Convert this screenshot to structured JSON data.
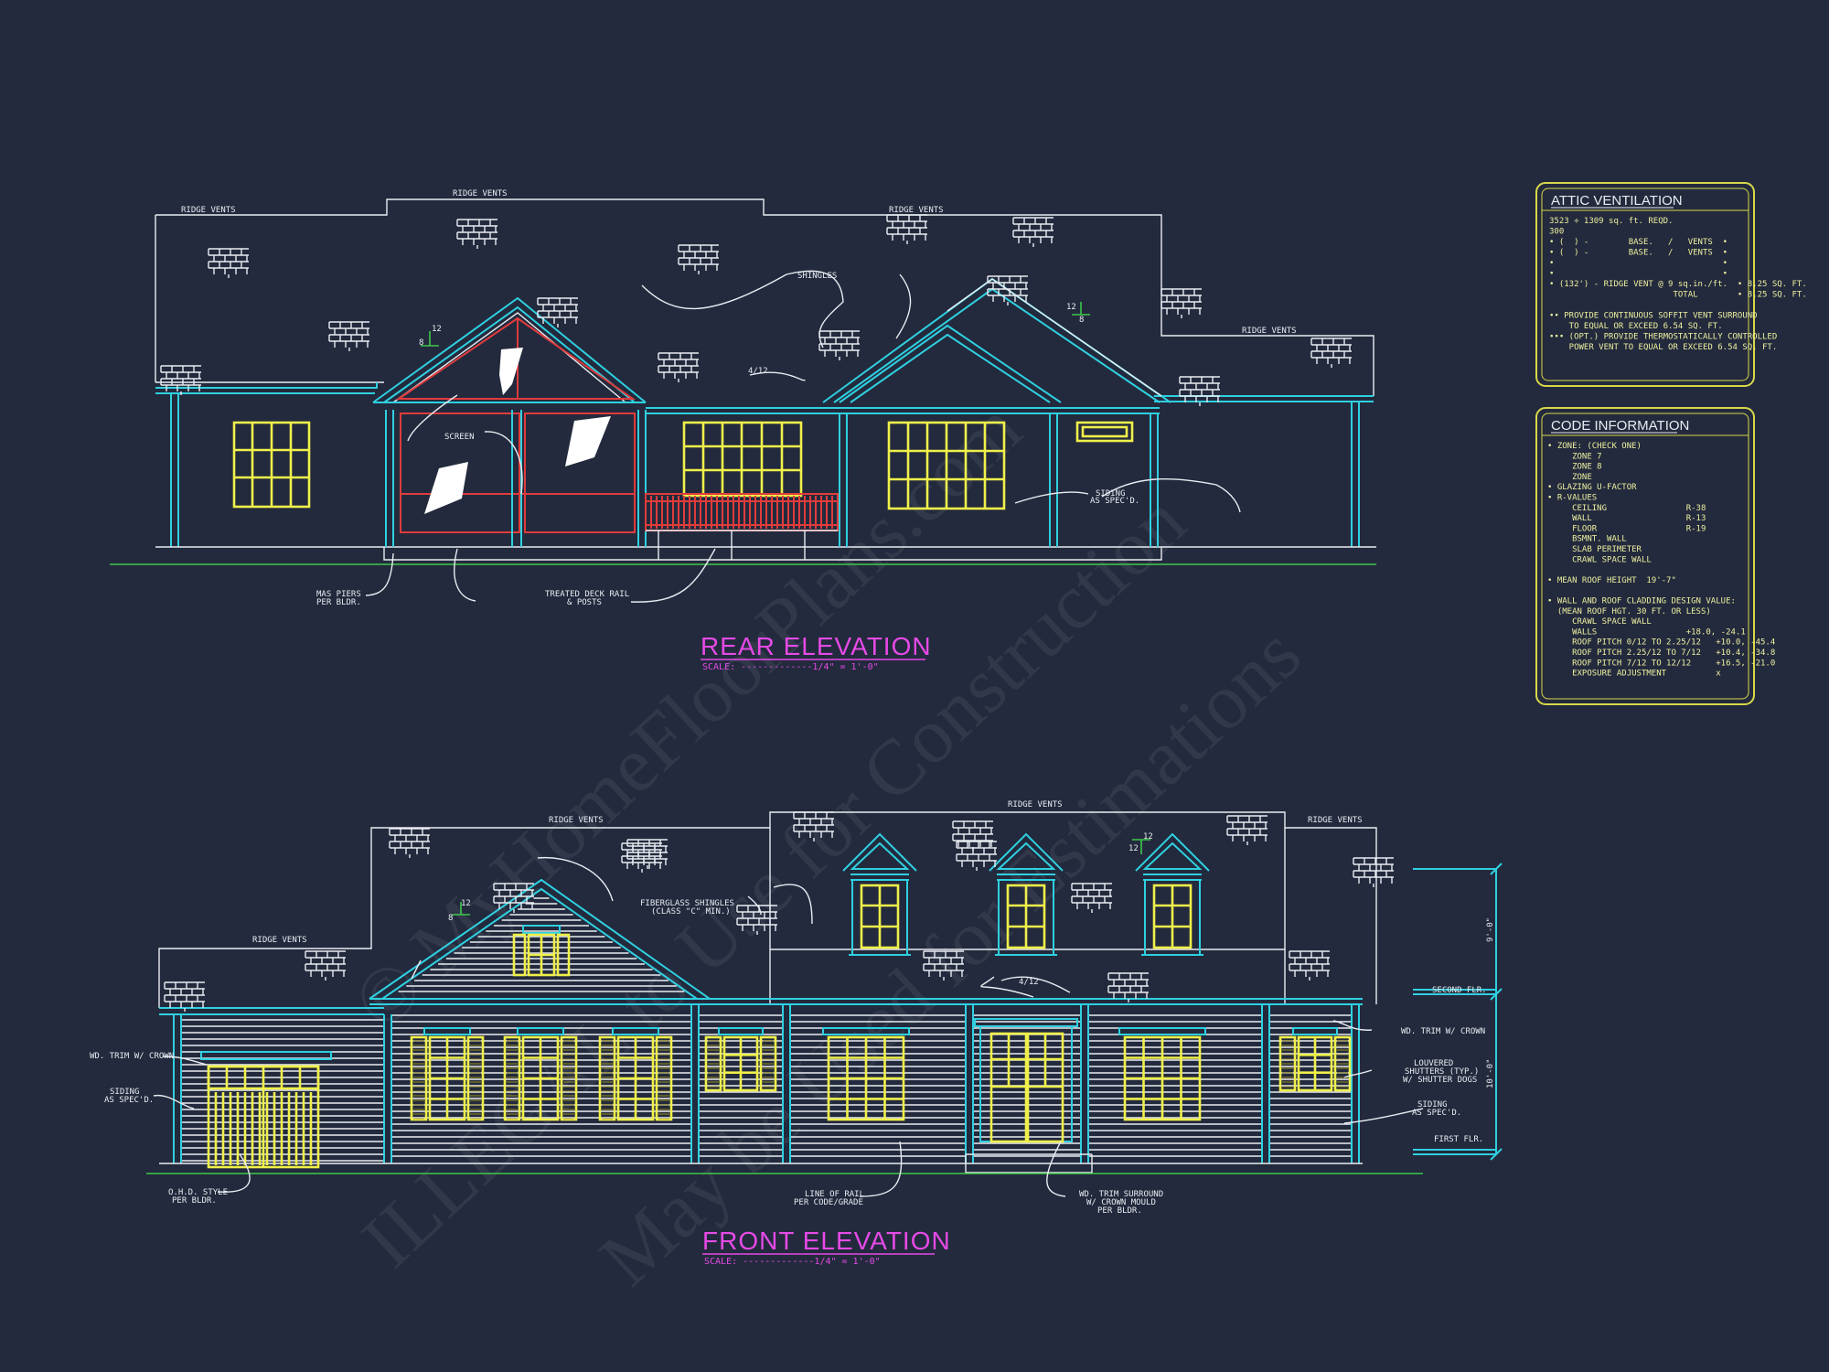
{
  "rear": {
    "title": "REAR ELEVATION",
    "scale": "SCALE: -------------1/4\" = 1'-0\"",
    "ridge1": "RIDGE VENTS",
    "ridge2": "RIDGE VENTS",
    "ridge3": "RIDGE VENTS",
    "ridge4": "RIDGE VENTS",
    "shingles": "SHINGLES",
    "pitch": "4/12",
    "pitch_rise_a": "12",
    "pitch_run_a": "8",
    "pitch_rise_b": "12",
    "pitch_run_b": "8",
    "screen": "SCREEN",
    "siding1": "SIDING",
    "siding2": "AS SPEC'D.",
    "piers1": "MAS PIERS",
    "piers2": "PER BLDR.",
    "deck1": "TREATED DECK RAIL",
    "deck2": "& POSTS"
  },
  "front": {
    "title": "FRONT ELEVATION",
    "scale": "SCALE: -------------1/4\" = 1'-0\"",
    "ridge1": "RIDGE VENTS",
    "ridge2": "RIDGE VENTS",
    "ridge3": "RIDGE VENTS",
    "ridge4": "RIDGE VENTS",
    "fg1": "FIBERGLASS SHINGLES",
    "fg2": "(CLASS \"C\" MIN.)",
    "pitch": "4/12",
    "pitch_rise_a": "12",
    "pitch_run_a": "8",
    "pitch_rise_b": "12",
    "pitch_run_b": "12",
    "trim_left": "WD. TRIM W/ CROWN",
    "siding_left1": "SIDING",
    "siding_left2": "AS SPEC'D.",
    "ohd1": "O.H.D. STYLE",
    "ohd2": "PER BLDR.",
    "rail1": "LINE OF RAIL",
    "rail2": "PER CODE/GRADE",
    "wdtrim1": "WD. TRIM SURROUND",
    "wdtrim2": "W/ CROWN MOULD",
    "wdtrim3": "PER BLDR.",
    "trim_right": "WD. TRIM W/ CROWN",
    "louv1": "LOUVERED",
    "louv2": "SHUTTERS (TYP.)",
    "louv3": "W/ SHUTTER DOGS",
    "siding_right1": "SIDING",
    "siding_right2": "AS SPEC'D.",
    "second_flr": "SECOND FLR.",
    "first_flr": "FIRST FLR.",
    "dim_upper": "9'-0\"",
    "dim_lower": "10'-0\""
  },
  "attic": {
    "title": "ATTIC VENTILATION",
    "lines": [
      "3523 ÷ 1309 sq. ft. REQD.",
      "300",
      "• (  ) -        BASE.   /   VENTS  •",
      "• (  ) -        BASE.   /   VENTS  •",
      "•                                  •",
      "•                                  •",
      "• (132') - RIDGE VENT @ 9 sq.in./ft.  • 8.25 SQ. FT.",
      "                         TOTAL        • 8.25 SQ. FT.",
      "",
      "•• PROVIDE CONTINUOUS SOFFIT VENT SURROUND",
      "    TO EQUAL OR EXCEED 6.54 SQ. FT.",
      "••• (OPT.) PROVIDE THERMOSTATICALLY CONTROLLED",
      "    POWER VENT TO EQUAL OR EXCEED 6.54 SQ. FT."
    ]
  },
  "code": {
    "title": "CODE INFORMATION",
    "lines": [
      "• ZONE: (CHECK ONE)",
      "     ZONE 7",
      "     ZONE 8",
      "     ZONE",
      "• GLAZING U-FACTOR",
      "• R-VALUES",
      "     CEILING                R-38",
      "     WALL                   R-13",
      "     FLOOR                  R-19",
      "     BSMNT. WALL",
      "     SLAB PERIMETER",
      "     CRAWL SPACE WALL",
      "",
      "• MEAN ROOF HEIGHT  19'-7\"",
      "",
      "• WALL AND ROOF CLADDING DESIGN VALUE:",
      "  (MEAN ROOF HGT. 30 FT. OR LESS)",
      "     CRAWL SPACE WALL",
      "     WALLS                  +18.0, -24.1",
      "     ROOF PITCH 0/12 TO 2.25/12   +10.0, -45.4",
      "     ROOF PITCH 2.25/12 TO 7/12   +10.4, -34.8",
      "     ROOF PITCH 7/12 TO 12/12     +16.5, -21.0",
      "     EXPOSURE ADJUSTMENT          x"
    ]
  },
  "watermark": {
    "line1": "© MyHomeFloorPlans.com",
    "line2": "ILLEGAL to Use for Construction",
    "line3": "May be Used for Estimations"
  },
  "colors": {
    "background": "#232a3d",
    "line": "#e9ecf2",
    "trim": "#2fd0e0",
    "window": "#f0f04a",
    "rail": "#e03c3c",
    "title": "#e64ae6",
    "panel_border": "#d8d84a"
  }
}
